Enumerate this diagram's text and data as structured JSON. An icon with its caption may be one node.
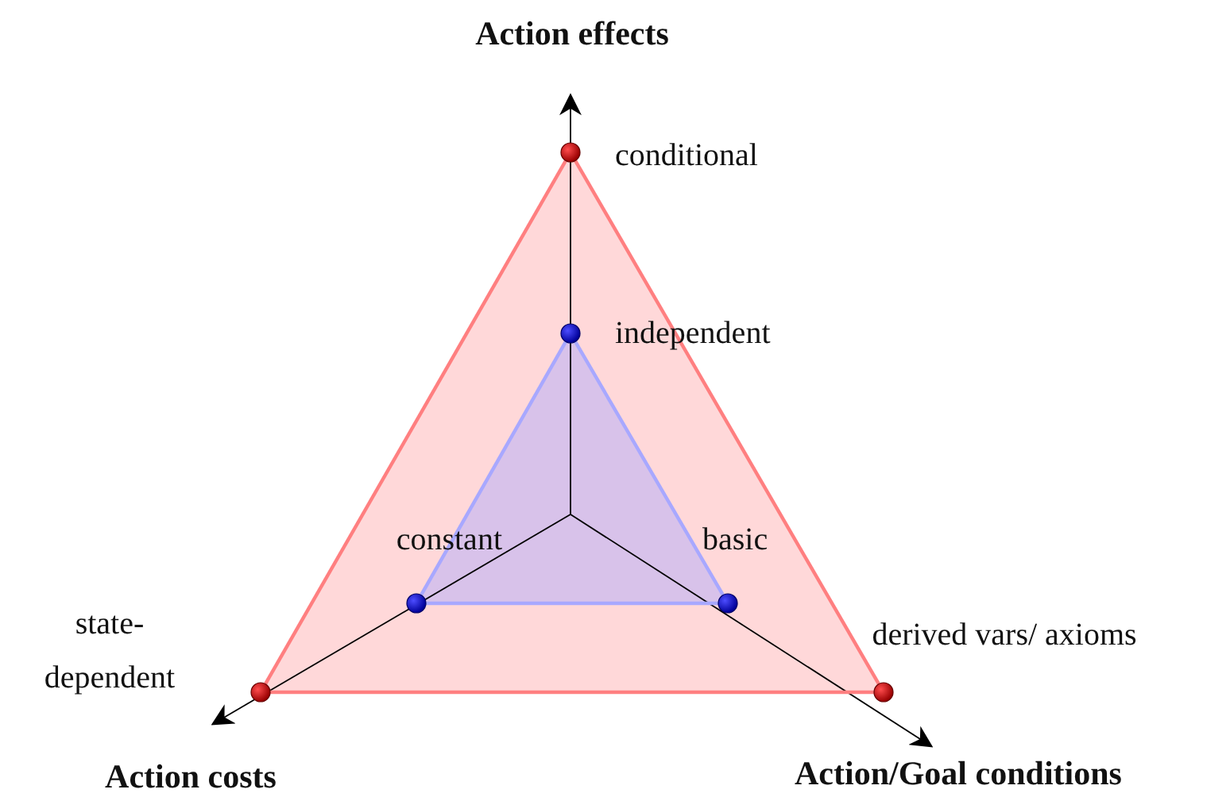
{
  "diagram": {
    "nodes": [
      {
        "text": [],
        "shape": "circle",
        "beside": [
          "conditional"
        ]
      },
      {
        "text": [],
        "shape": "circle",
        "beside": [
          "independent"
        ]
      },
      {
        "text": [],
        "shape": "circle",
        "beside": [
          "constant"
        ]
      },
      {
        "text": [],
        "shape": "circle",
        "beside": [
          "basic"
        ]
      },
      {
        "text": [],
        "shape": "circle",
        "beside": [
          "state-dependent"
        ]
      },
      {
        "text": [],
        "shape": "circle",
        "beside": [
          "derived vars/ axioms"
        ]
      }
    ],
    "edges": [
      {
        "from": 0,
        "to": 5,
        "arrow": "none",
        "color": "#ff7f80"
      },
      {
        "from": 5,
        "to": 4,
        "arrow": "none",
        "color": "#ff7f80"
      },
      {
        "from": 4,
        "to": 0,
        "arrow": "none",
        "color": "#ff7f80"
      },
      {
        "from": 1,
        "to": 3,
        "arrow": "none",
        "color": "#a8a8ff"
      },
      {
        "from": 3,
        "to": 2,
        "arrow": "none",
        "color": "#a8a8ff"
      },
      {
        "from": 2,
        "to": 1,
        "arrow": "none",
        "color": "#a8a8ff"
      }
    ],
    "labels": [
      "Action effects",
      "Action costs",
      "Action/Goal conditions"
    ]
  }
}
